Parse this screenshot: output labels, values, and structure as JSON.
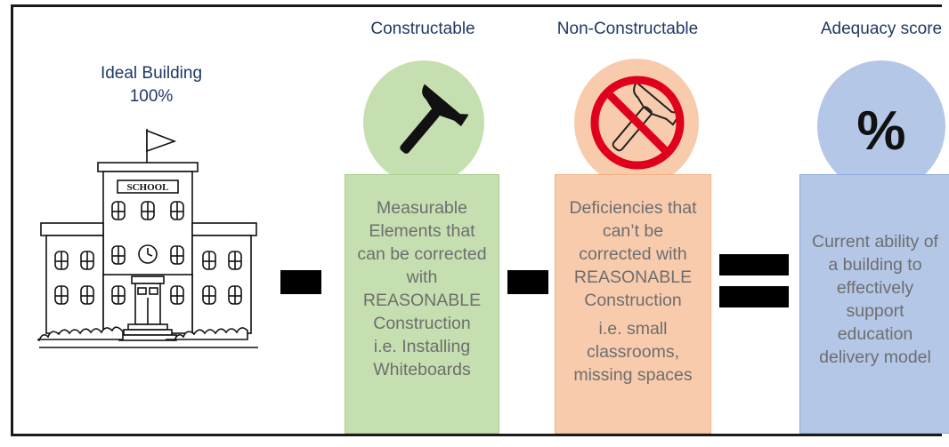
{
  "ideal": {
    "title": "Ideal Building",
    "value": "100%",
    "school_sign": "SCHOOL",
    "icon": "school-building-icon"
  },
  "constructable": {
    "title": "Constructable",
    "text": "Measurable\nElements that\ncan be corrected\nwith\nREASONABLE\nConstruction\ni.e. Installing\nWhiteboards",
    "icon": "hammer-icon",
    "color": "#c6dfb0",
    "border": "#a8d08d"
  },
  "non_constructable": {
    "title": "Non-Constructable",
    "text": "Deficiencies that\ncan’t be\ncorrected with\nREASONABLE\nConstruction",
    "example": "i.e. small\nclassrooms,\nmissing spaces",
    "icon": "no-hammer-icon",
    "color": "#f8cbad",
    "border": "#f4b183"
  },
  "adequacy": {
    "title": "Adequacy score",
    "symbol": "%",
    "text": "Current ability of\na building to\neffectively\nsupport\neducation\ndelivery model",
    "color": "#b4c7e7",
    "border": "#8faadc"
  },
  "operators": [
    "minus",
    "minus",
    "equals"
  ]
}
